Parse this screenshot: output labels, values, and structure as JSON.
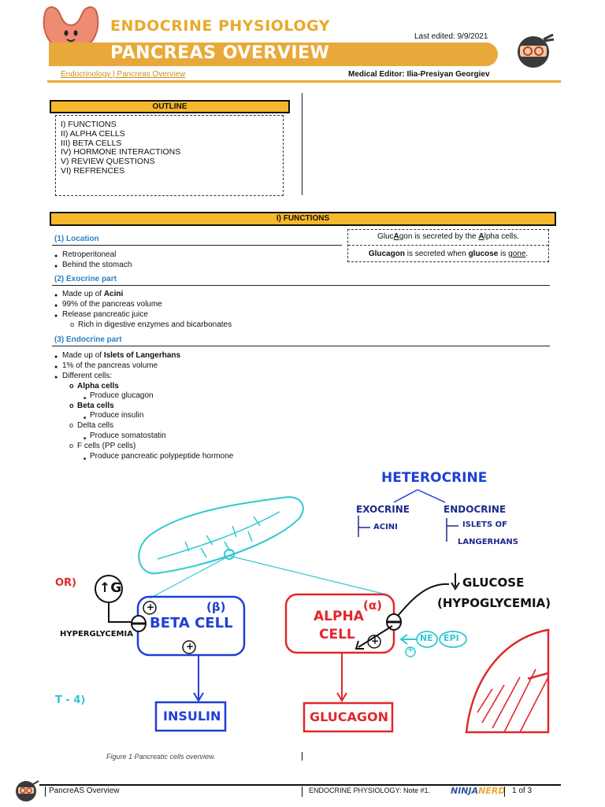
{
  "header": {
    "course_title": "ENDOCRINE PHYSIOLOGY",
    "page_title": "PANCREAS OVERVIEW",
    "last_edited": "Last edited: 9/9/2021",
    "breadcrumb": "Endocrinology | Pancreas Overview",
    "editor": "Medical Editor: Ilia-Presiyan Georgiev"
  },
  "outline": {
    "title": "OUTLINE",
    "items": [
      "I) FUNCTIONS",
      "II) ALPHA CELLS",
      "III) BETA CELLS",
      "IV) HORMONE INTERACTIONS",
      "V) REVIEW QUESTIONS",
      "VI) REFRENCES"
    ]
  },
  "functions": {
    "title": "I)  FUNCTIONS",
    "location": {
      "heading": "(1)   Location",
      "bullets": [
        "Retroperitoneal",
        "Behind the stomach"
      ]
    },
    "mnemonic": {
      "line1_a": "Gluc",
      "line1_b": "A",
      "line1_c": "gon is secreted by the ",
      "line1_d": "A",
      "line1_e": "lpha cells.",
      "line2_a": "Glucagon",
      "line2_b": " is secreted when ",
      "line2_c": "glucose",
      "line2_d": " is ",
      "line2_e": "gone",
      "line2_f": "."
    },
    "exocrine": {
      "heading": "(2)  Exocrine part",
      "b1_a": "Made up of ",
      "b1_b": "Acini",
      "b2": "99% of the pancreas volume",
      "b3": "Release pancreatic juice",
      "b3_sub": "Rich in digestive enzymes and bicarbonates"
    },
    "endocrine": {
      "heading": "(3)  Endocrine part",
      "b1_a": "Made up of ",
      "b1_b": "Islets of Langerhans",
      "b2": "1% of the pancreas volume",
      "b3": "Different cells:",
      "cells": [
        {
          "name": "Alpha cells",
          "bold": true,
          "detail": "Produce glucagon"
        },
        {
          "name": "Beta cells",
          "bold": true,
          "detail": "Produce insulin"
        },
        {
          "name": "Delta cells",
          "bold": false,
          "detail": "Produce somatostatin"
        },
        {
          "name": "F cells (PP cells)",
          "bold": false,
          "detail": "Produce pancreatic polypeptide hormone"
        }
      ]
    }
  },
  "figure": {
    "heterocrine": "HETEROCRINE",
    "exocrine": "EXOCRINE",
    "acini": "ACINI",
    "endocrine": "ENDOCRINE",
    "islets1": "ISLETS OF",
    "islets2": "LANGERHANS",
    "glucose": "GLUCOSE",
    "hypoglycemia": "(HYPOGLYCEMIA)",
    "hyperglycemia": "HYPERGLYCEMIA",
    "beta_cell": "BETA CELL",
    "beta_symbol": "(β)",
    "alpha1": "ALPHA",
    "alpha2": "CELL",
    "alpha_symbol": "(α)",
    "insulin": "INSULIN",
    "glucagon": "GLUCAGON",
    "ne": "NE",
    "epi": "EPI",
    "up_g": "↑G",
    "left_cut1": "OR)",
    "left_cut2": "T - 4)",
    "plus": "+",
    "caption": "Figure 1 Pancreatic cells overview.",
    "colors": {
      "blue": "#1f3fd6",
      "red": "#e0282c",
      "cyan": "#2ec8d2",
      "navy": "#1b2a8c"
    }
  },
  "footer": {
    "doc": "PancreAS Overview",
    "note": "ENDOCRINE PHYSIOLOGY: Note #1.",
    "brand1": "NINJA",
    "brand2": "NERD",
    "page": "1 of 3"
  }
}
